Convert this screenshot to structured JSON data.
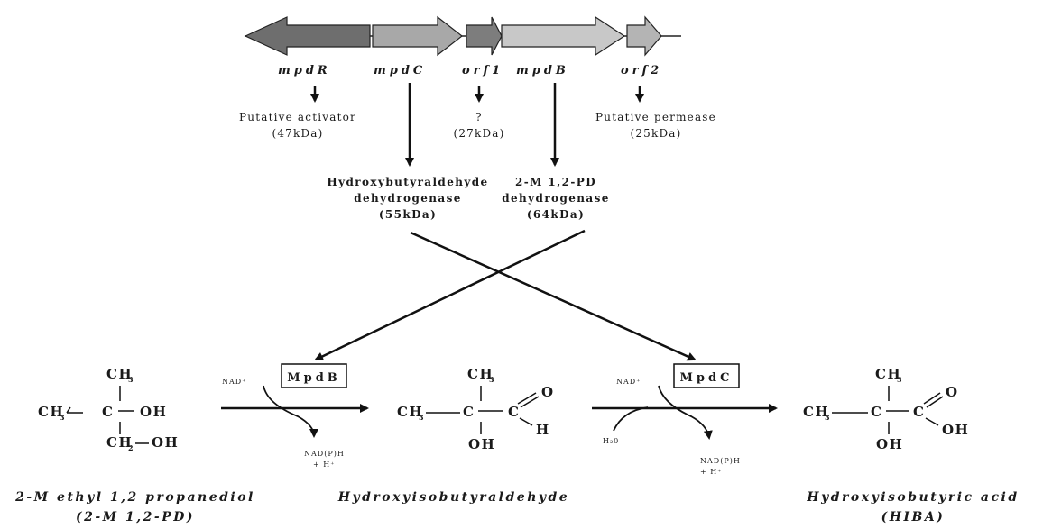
{
  "genes": {
    "mpdR": "mpdR",
    "mpdC": "mpdC",
    "orf1": "orf1",
    "mpdB": "mpdB",
    "orf2": "orf2"
  },
  "products": {
    "mpdR_line1": "Putative activator",
    "mpdR_line2": "(47kDa)",
    "orf1_line1": "?",
    "orf1_line2": "(27kDa)",
    "orf2_line1": "Putative permease",
    "orf2_line2": "(25kDa)"
  },
  "enzymes": {
    "mpdC_line1": "Hydroxybutyraldehyde",
    "mpdC_line2": "dehydrogenase",
    "mpdC_line3": "(55kDa)",
    "mpdB_line1": "2-M 1,2-PD",
    "mpdB_line2": "dehydrogenase",
    "mpdB_line3": "(64kDa)"
  },
  "reaction": {
    "box1": "MpdB",
    "box2": "MpdC",
    "nad1": "NAD⁺",
    "nad2": "NAD⁺",
    "nadph1_line1": "NAD(P)H",
    "nadph1_line2": "+ H⁺",
    "nadph2_line1": "NAD(P)H",
    "nadph2_line2": "+ H⁺",
    "water": "H₂0"
  },
  "compounds": {
    "c1_name_line1": "2-M ethyl 1,2 propanediol",
    "c1_name_line2": "(2-M 1,2-PD)",
    "c2_name": "Hydroxyisobutyraldehyde",
    "c3_name_line1": "Hydroxyisobutyric acid",
    "c3_name_line2": "(HIBA)"
  },
  "colors": {
    "mpdR": "#6e6e6e",
    "mpdC": "#a8a8a8",
    "orf1": "#7d7d7d",
    "mpdB": "#c8c8c8",
    "orf2": "#b4b4b4"
  }
}
